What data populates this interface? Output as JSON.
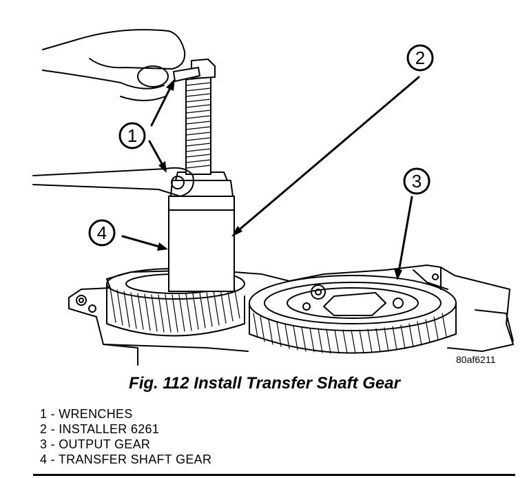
{
  "figure": {
    "code": "80af6211",
    "caption": "Fig. 112 Install Transfer Shaft Gear"
  },
  "callouts": [
    {
      "number": "1"
    },
    {
      "number": "2"
    },
    {
      "number": "3"
    },
    {
      "number": "4"
    }
  ],
  "legend": [
    "1 - WRENCHES",
    "2 - INSTALLER 6261",
    "3 - OUTPUT GEAR",
    "4 - TRANSFER SHAFT GEAR"
  ]
}
